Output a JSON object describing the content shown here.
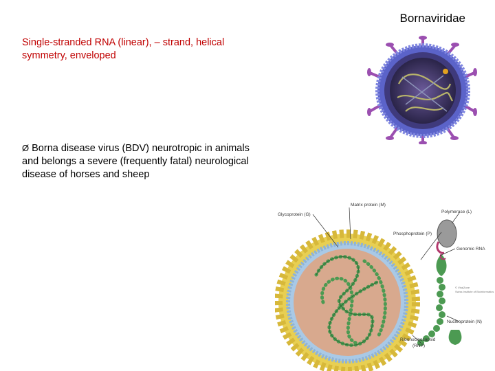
{
  "slide": {
    "title": "Bornaviridae",
    "intro": "Single-stranded RNA  (linear), – strand, helical symmetry, enveloped",
    "bullet_marker": "Ø",
    "bullet_text": "Borna disease virus (BDV) neurotropic in animals and belongs a severe (frequently fatal) neurological disease of horses and sheep"
  },
  "diagram": {
    "labels": {
      "matrix": "Matrix protein (M)",
      "glycoprotein": "Glycoprotein (G)",
      "polymerase": "Polymerase (L)",
      "phosphoprotein": "Phosphoprotein (P)",
      "genomic_rna": "Genomic RNA",
      "nucleoprotein": "Nucleoprotein (N)",
      "rnp": "Ribonucleocapsid",
      "rnp_abbr": "(RNP)",
      "watermark_1": "© ViralZone",
      "watermark_2": "Swiss Institute of Bioinformatics"
    },
    "colors": {
      "envelope_yellow": "#e8cf52",
      "membrane_blue": "#a9c9e6",
      "interior": "#d8a98e",
      "rnp_green": "#4c9a52",
      "text_red": "#c00000"
    }
  }
}
